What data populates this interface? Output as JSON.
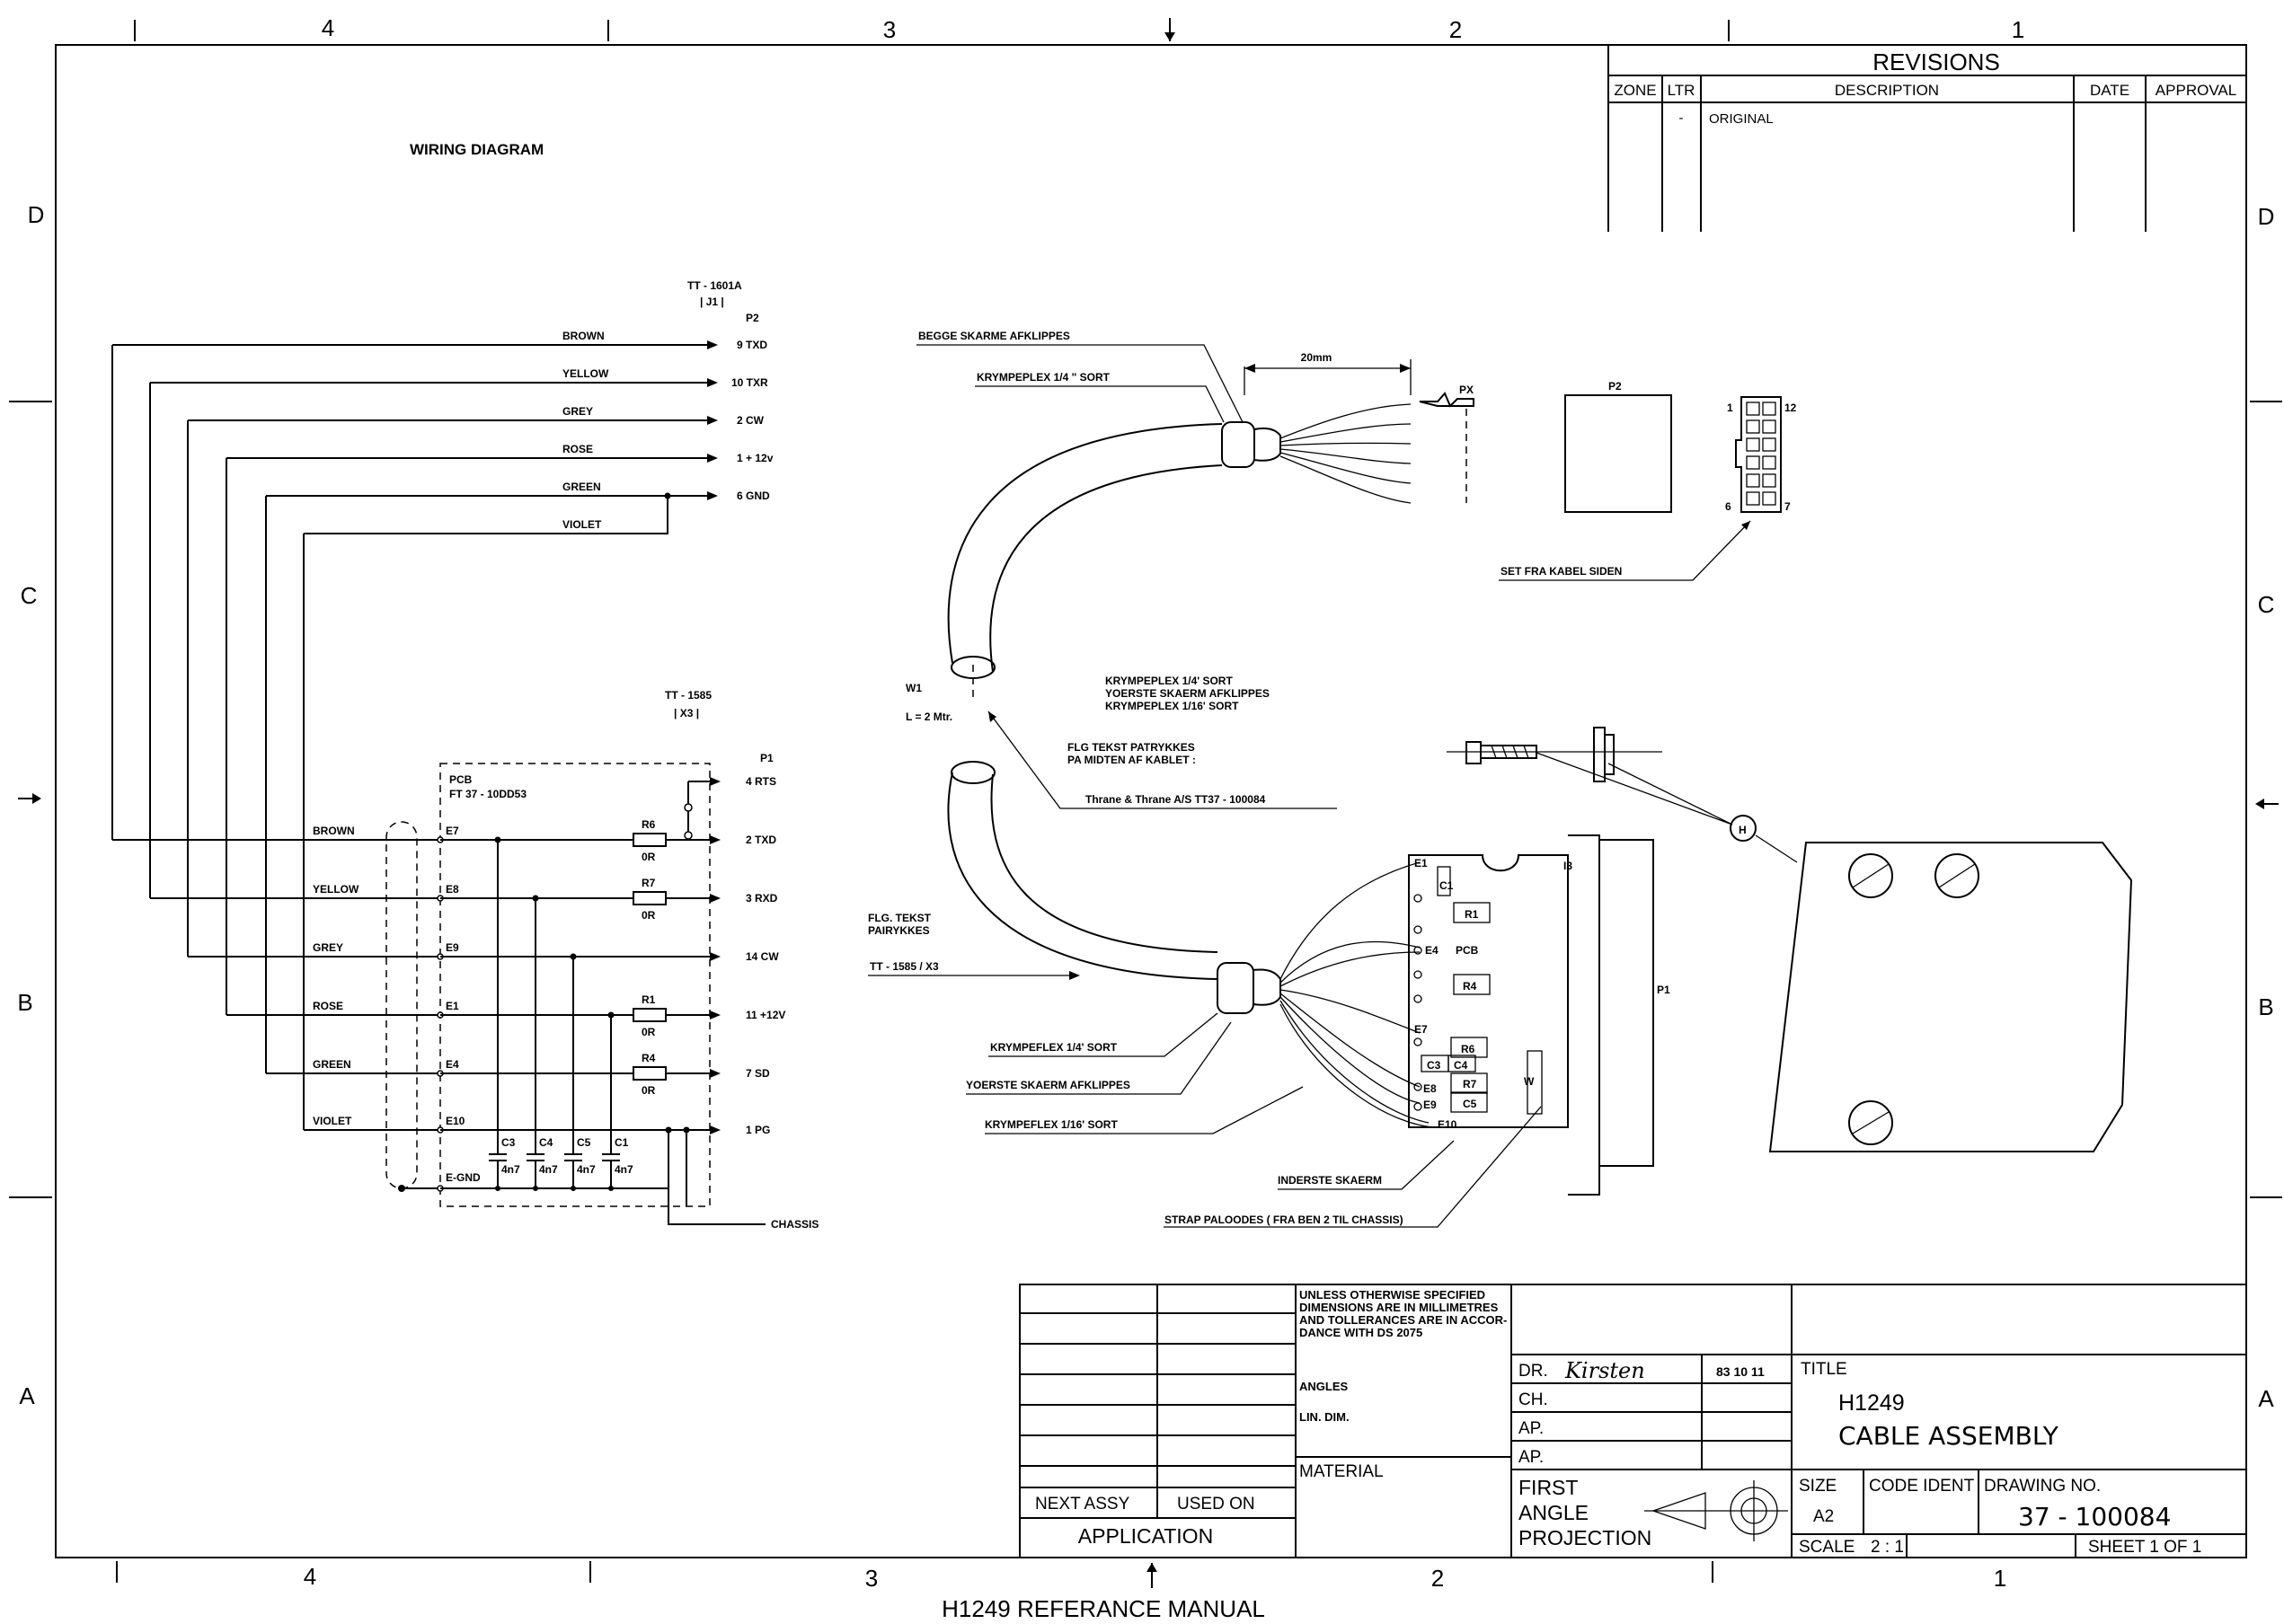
{
  "zones": {
    "columns_top": [
      "4",
      "3",
      "2",
      "1"
    ],
    "columns_bottom": [
      "4",
      "3",
      "2",
      "1"
    ],
    "rows_left": [
      "D",
      "C",
      "B",
      "A"
    ],
    "rows_right": [
      "D",
      "C",
      "B",
      "A"
    ]
  },
  "revisions": {
    "header": "REVISIONS",
    "col_zone": "ZONE",
    "col_ltr": "LTR",
    "col_description": "DESCRIPTION",
    "col_date": "DATE",
    "col_approval": "APPROVAL",
    "row_ltr": "-",
    "row_description": "ORIGINAL"
  },
  "schematic": {
    "title": "WIRING DIAGRAM",
    "top_connector": {
      "name": "TT - 1601A",
      "ref": "| J1 |",
      "plug": "P2"
    },
    "top_wires": [
      {
        "color": "BROWN",
        "pin": "9  TXD"
      },
      {
        "color": "YELLOW",
        "pin": "10  TXR"
      },
      {
        "color": "GREY",
        "pin": "2  CW"
      },
      {
        "color": "ROSE",
        "pin": "1  + 12v"
      },
      {
        "color": "GREEN",
        "pin": "6  GND"
      },
      {
        "color": "VIOLET",
        "pin": ""
      }
    ],
    "bottom_connector": {
      "name": "TT - 1585",
      "ref": "| X3 |",
      "plug": "P1"
    },
    "pcb": {
      "label": "PCB",
      "part": "FT 37 - 10DD53"
    },
    "bottom_wires": [
      {
        "color": "BROWN",
        "terminal": "E7",
        "pin": "2  TXD"
      },
      {
        "color": "YELLOW",
        "terminal": "E8",
        "pin": "3  RXD"
      },
      {
        "color": "GREY",
        "terminal": "E9",
        "pin": "14  CW"
      },
      {
        "color": "ROSE",
        "terminal": "E1",
        "pin": "11  +12V"
      },
      {
        "color": "GREEN",
        "terminal": "E4",
        "pin": "7  SD"
      },
      {
        "color": "VIOLET",
        "terminal": "E10",
        "pin": "1  PG"
      }
    ],
    "rts_pin": "4  RTS",
    "egnd": "E-GND",
    "resistors": [
      {
        "name": "R6",
        "value": "0R"
      },
      {
        "name": "R7",
        "value": "0R"
      },
      {
        "name": "R1",
        "value": "0R"
      },
      {
        "name": "R4",
        "value": "0R"
      }
    ],
    "capacitors": [
      {
        "name": "C3",
        "value": "4n7"
      },
      {
        "name": "C4",
        "value": "4n7"
      },
      {
        "name": "C5",
        "value": "4n7"
      },
      {
        "name": "C1",
        "value": "4n7"
      }
    ],
    "chassis": "CHASSIS"
  },
  "assembly": {
    "begge": "BEGGE SKARME AFKLIPPES",
    "krymp_top": "KRYMPEPLEX 1/4 \" SORT",
    "dim": "20mm",
    "px": "PX",
    "p2": "P2",
    "pin_1": "1",
    "pin_12": "12",
    "pin_6": "6",
    "pin_7": "7",
    "set_fra": "SET FRA KABEL SIDEN",
    "w1": "W1",
    "length": "L = 2 Mtr.",
    "krymp_block": [
      "KRYMPEPLEX 1/4' SORT",
      "YOERSTE SKAERM AFKLIPPES",
      "KRYMPEPLEX 1/16' SORT"
    ],
    "flg_tekst": [
      "FLG TEKST PATRYKKES",
      "PA MIDTEN AF KABLET :"
    ],
    "thrane": "Thrane & Thrane A/S TT37 - 100084",
    "flg_pairykkes": [
      "FLG. TEKST",
      "PAIRYKKES"
    ],
    "tt1585": "TT - 1585 / X3",
    "krymp_b1": "KRYMPEFLEX 1/4' SORT",
    "yoerste": "YOERSTE SKAERM AFKLIPPES",
    "krymp_b2": "KRYMPEFLEX 1/16' SORT",
    "inderste": "INDERSTE SKAERM",
    "strap": "STRAP PALOODES ( FRA BEN 2 TIL CHASSIS)",
    "h": "H",
    "p1": "P1",
    "pcb_parts": {
      "e1": "E1",
      "c1": "C1",
      "r1": "R1",
      "e4": "E4",
      "pcb": "PCB",
      "r4": "R4",
      "e7": "E7",
      "r6": "R6",
      "c3": "C3",
      "c4": "C4",
      "e8": "E8",
      "r7": "R7",
      "e9": "E9",
      "c5": "C5",
      "e10": "E10",
      "i3": "I3",
      "w": "W"
    }
  },
  "titleblock": {
    "notes": [
      "UNLESS OTHERWISE SPECIFIED",
      "DIMENSIONS ARE IN MILLIMETRES",
      "AND TOLLERANCES ARE IN ACCOR-",
      "DANCE WITH DS 2075"
    ],
    "angles": "ANGLES",
    "lin_dim": "LIN. DIM.",
    "material": "MATERIAL",
    "next_assy": "NEXT ASSY",
    "used_on": "USED ON",
    "application": "APPLICATION",
    "dr": "DR.",
    "dr_signature": "Kirsten",
    "dr_date": "83 10 11",
    "ch": "CH.",
    "ap1": "AP.",
    "ap2": "AP.",
    "projection": [
      "FIRST",
      "ANGLE",
      "PROJECTION"
    ],
    "title_label": "TITLE",
    "title_1": "H1249",
    "title_2": "CABLE  ASSEMBLY",
    "size_label": "SIZE",
    "size": "A2",
    "code_ident": "CODE IDENT",
    "drawing_no_label": "DRAWING NO.",
    "drawing_no": "37 - 100084",
    "scale_label": "SCALE",
    "scale": "2 : 1",
    "sheet": "SHEET 1 OF 1"
  },
  "footer": "H1249 REFERANCE MANUAL"
}
